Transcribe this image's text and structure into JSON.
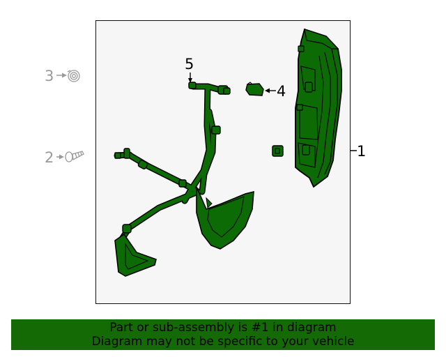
{
  "diagram": {
    "callouts": {
      "part_1": "1",
      "part_2": "2",
      "part_3": "3",
      "part_4": "4",
      "part_5": "5"
    },
    "colors": {
      "highlight": "#0d6b06",
      "outline": "#000000",
      "inactive_gray": "#9a9a9a",
      "frame_fill": "#f6f6f6"
    }
  },
  "banner": {
    "line1": "Part or sub-assembly is #1 in diagram",
    "line2": "Diagram may not be specific to your vehicle",
    "background": "#146b06"
  }
}
